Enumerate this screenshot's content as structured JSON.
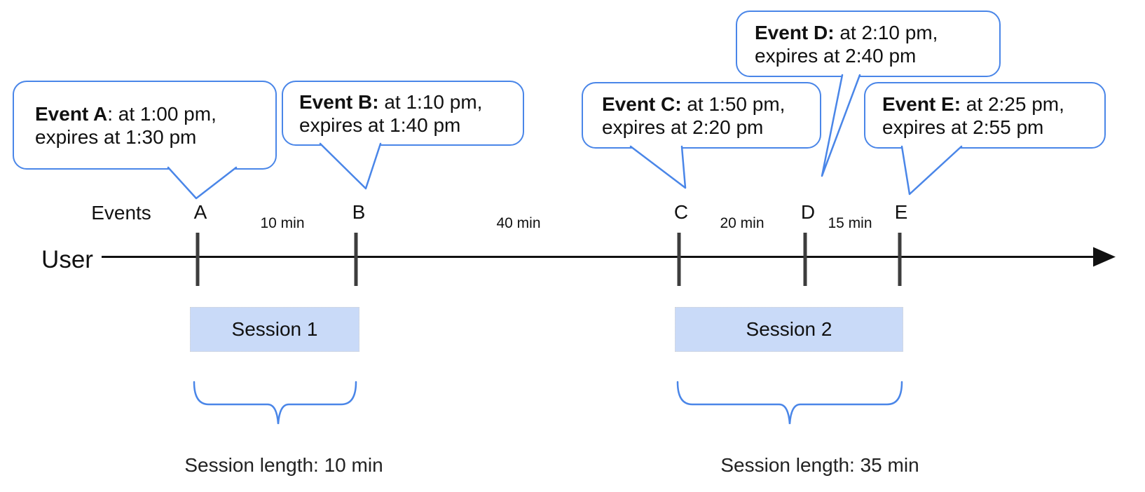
{
  "colors": {
    "accent": "#4a86e8",
    "session_fill": "#c9daf8",
    "ink": "#111111",
    "tick": "#3d3d3d"
  },
  "callouts": [
    {
      "event": "A",
      "bold": "Event A",
      "rest": ": at 1:00 pm,",
      "line2": "expires at 1:30 pm"
    },
    {
      "event": "B",
      "bold": "Event B:",
      "rest": " at 1:10 pm,",
      "line2": "expires at 1:40 pm"
    },
    {
      "event": "C",
      "bold": "Event C:",
      "rest": " at 1:50 pm,",
      "line2": "expires at 2:20 pm"
    },
    {
      "event": "D",
      "bold": "Event D:",
      "rest": " at 2:10 pm,",
      "line2": "expires at 2:40 pm"
    },
    {
      "event": "E",
      "bold": "Event E:",
      "rest": " at 2:25 pm,",
      "line2": "expires at 2:55 pm"
    }
  ],
  "timeline": {
    "row_label": "Events",
    "axis_label": "User",
    "markers": [
      "A",
      "B",
      "C",
      "D",
      "E"
    ],
    "intervals": [
      "10 min",
      "40 min",
      "20 min",
      "15 min"
    ]
  },
  "sessions": [
    {
      "label": "Session 1",
      "length": "Session length: 10 min"
    },
    {
      "label": "Session 2",
      "length": "Session length: 35 min"
    }
  ]
}
